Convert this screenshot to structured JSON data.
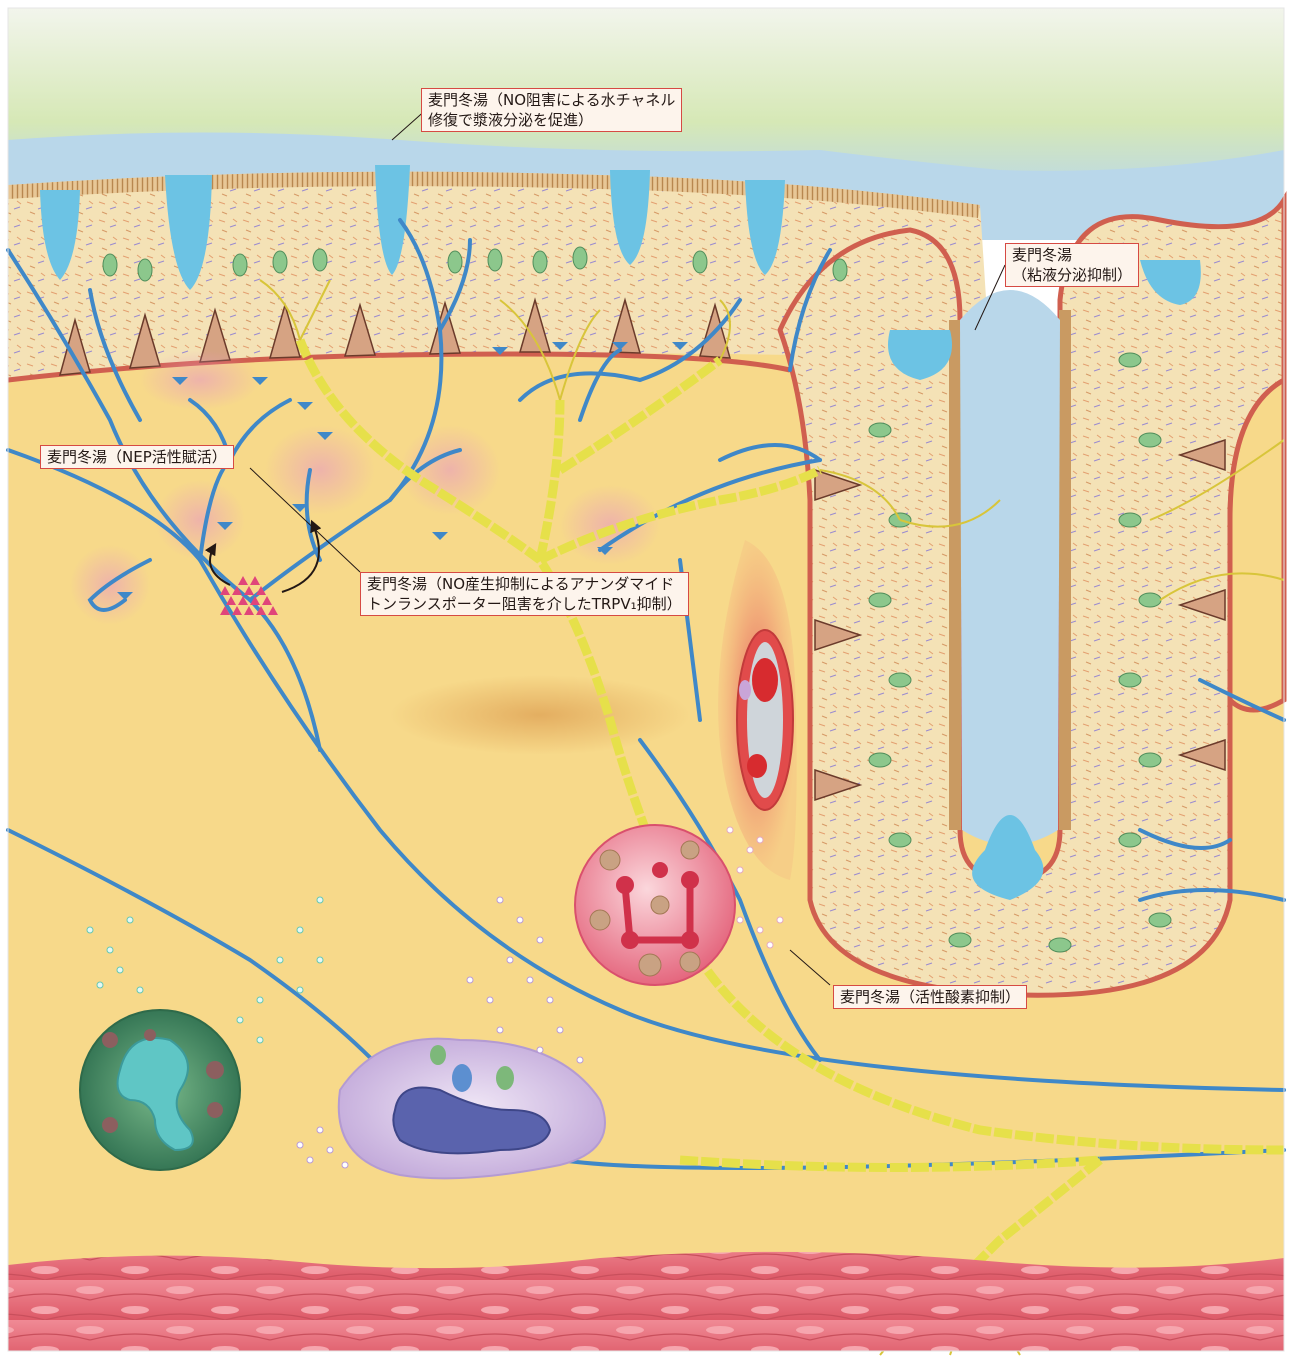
{
  "labels": {
    "water_channel": {
      "line1": "麦門冬湯（NO阻害による水チャネル",
      "line2": "修復で漿液分泌を促進）"
    },
    "mucus": {
      "line1": "麦門冬湯",
      "line2": "（粘液分泌抑制）"
    },
    "nep": {
      "line1": "麦門冬湯（NEP活性賦活）"
    },
    "trpv1": {
      "line1": "麦門冬湯（NO産生抑制によるアナンダマイド",
      "line2": "トンランスポーター阻害を介したTRPV₁抑制）"
    },
    "ros": {
      "line1": "麦門冬湯（活性酸素抑制）"
    }
  },
  "colors": {
    "lumen": "#cfe2ea",
    "mucus_layer": "#b9d7ea",
    "serous_fluid": "#6cc3e4",
    "epithelium": "#f3dfb0",
    "cilia": "#c99a62",
    "basement_membrane": "#d05f4f",
    "submucosa": "#f7d98a",
    "nerve_blue": "#3f88c8",
    "nerve_yellow": "#e6e04a",
    "vessel": "#d8484a",
    "muscle": "#e66c78",
    "granulocyte": "#3e8f6a",
    "macrophage": "#c9b3e0",
    "mast_cell": "#e97a95",
    "label_border": "#d64a43"
  },
  "icons": {
    "neuropeptide_particles": "triangle-cluster",
    "arrows": "curved-arrow"
  }
}
